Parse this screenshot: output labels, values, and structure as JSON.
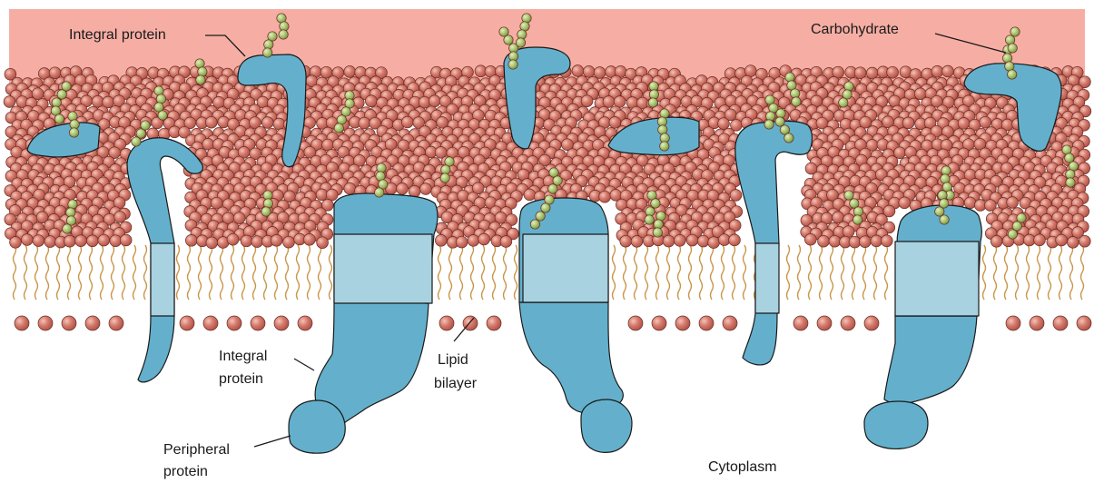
{
  "labels": {
    "integral_protein_top": "Integral protein",
    "carbohydrate": "Carbohydrate",
    "integral_protein_bottom_line1": "Integral",
    "integral_protein_bottom_line2": "protein",
    "lipid_bilayer_line1": "Lipid",
    "lipid_bilayer_line2": "bilayer",
    "peripheral_protein_line1": "Peripheral",
    "peripheral_protein_line2": "protein",
    "cytoplasm": "Cytoplasm"
  },
  "colors": {
    "extracellular": "#f6aea4",
    "lipid_head": "#c7665a",
    "lipid_tail": "#c9964a",
    "protein": "#64b0cc",
    "protein_transmembrane": "#a9d2e0",
    "carbohydrate": "#a6bf6d",
    "outline": "#1a1a1a"
  },
  "icons": [
    "phospholipid-head-icon",
    "protein-shape-icon",
    "carbohydrate-chain-icon"
  ]
}
